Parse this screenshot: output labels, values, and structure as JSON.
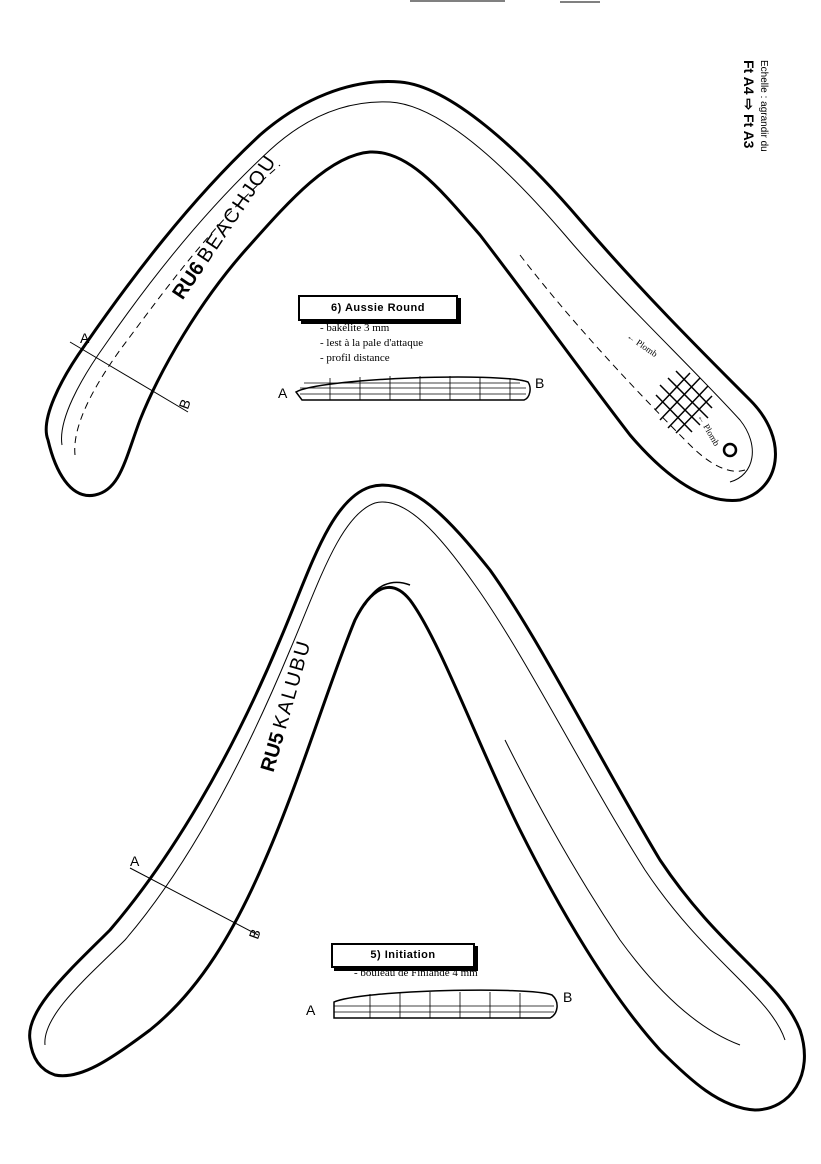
{
  "scale_note": {
    "line1": "Echelle : agrandir du",
    "line2": "Ft A4 ⇨ Ft A3"
  },
  "boomerangs": [
    {
      "code": "RU6",
      "name": "BEACHJOU",
      "title": "6) Aussie Round",
      "specs": [
        "- bakélite 3 mm",
        "- lest à la pale d'attaque",
        "- profil distance"
      ],
      "section_a": "A",
      "section_b": "B",
      "note_front": "← Plomb",
      "note_back": "← Plomb"
    },
    {
      "code": "RU5",
      "name": "KALUBU",
      "title": "5) Initiation",
      "specs": [
        "- bouleau de Finlande 4 mm"
      ],
      "section_a": "A",
      "section_b": "B"
    }
  ]
}
